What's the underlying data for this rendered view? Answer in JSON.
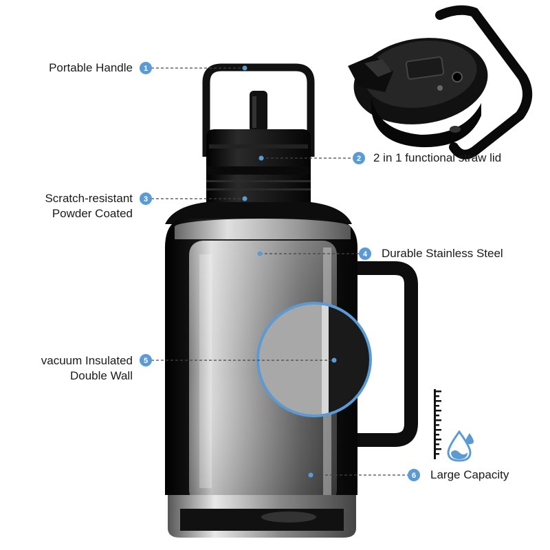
{
  "accent_color": "#5b9bd5",
  "callouts": [
    {
      "num": "1",
      "lines": [
        "Portable Handle"
      ]
    },
    {
      "num": "2",
      "lines": [
        "2 in 1 functional straw lid"
      ]
    },
    {
      "num": "3",
      "lines": [
        "Scratch-resistant",
        "Powder Coated"
      ]
    },
    {
      "num": "4",
      "lines": [
        "Durable Stainless Steel"
      ]
    },
    {
      "num": "5",
      "lines": [
        "vacuum Insulated",
        "Double Wall"
      ]
    },
    {
      "num": "6",
      "lines": [
        "Large Capacity"
      ]
    }
  ],
  "icons": [
    "lid-detail-image",
    "measuring-scale-icon",
    "water-drop-icon",
    "insulation-zoom-circle"
  ]
}
